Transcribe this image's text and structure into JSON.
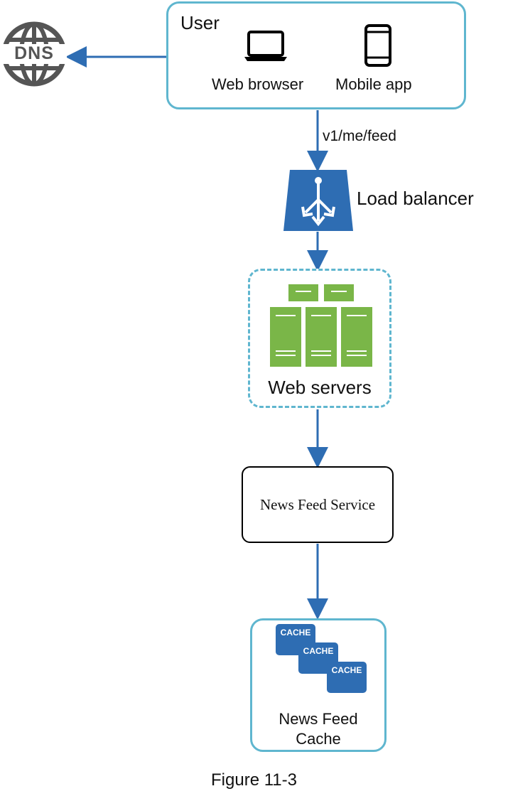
{
  "user": {
    "title": "User",
    "web_browser_label": "Web browser",
    "mobile_app_label": "Mobile app"
  },
  "dns": {
    "label": "DNS"
  },
  "edge_label": "v1/me/feed",
  "load_balancer": {
    "label": "Load balancer"
  },
  "web_servers": {
    "label": "Web servers"
  },
  "news_feed_service": {
    "label": "News Feed Service"
  },
  "news_feed_cache": {
    "label_line1": "News Feed",
    "label_line2": "Cache",
    "chip_label": "CACHE"
  },
  "caption": "Figure 11-3",
  "colors": {
    "arrow": "#2e6db3",
    "box_border": "#5fb6cf",
    "load_balancer": "#2e6db3",
    "server_green": "#7ab648",
    "cache_blue": "#2e6db3",
    "dns_gray": "#555555"
  }
}
